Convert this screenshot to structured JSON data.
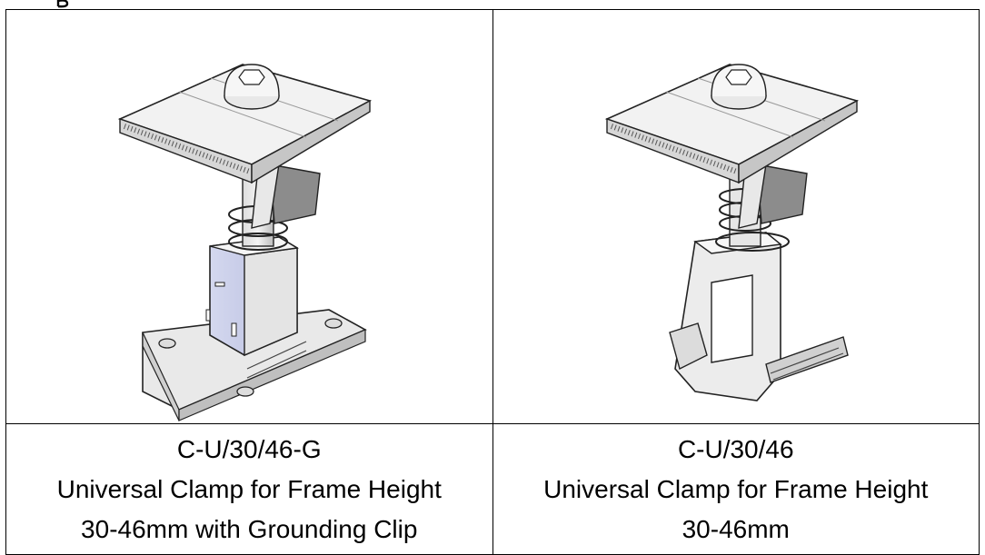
{
  "products": [
    {
      "code": "C-U/30/46-G",
      "description_line1": "Universal Clamp for Frame Height",
      "description_line2": "30-46mm with Grounding Clip",
      "image_icon": "clamp-with-grounding-clip-icon"
    },
    {
      "code": "C-U/30/46",
      "description_line1": "Universal Clamp for Frame Height",
      "description_line2": "30-46mm",
      "image_icon": "clamp-icon"
    }
  ]
}
